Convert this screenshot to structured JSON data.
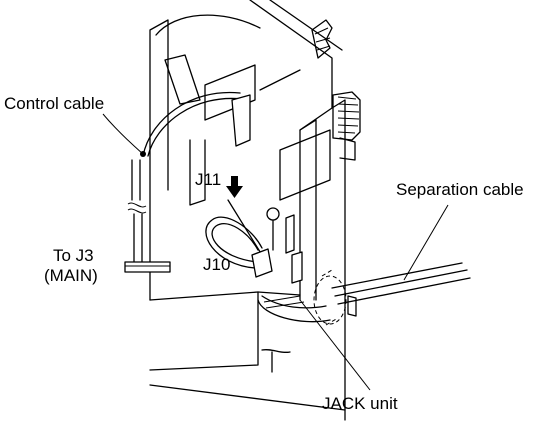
{
  "labels": {
    "control_cable": "Control cable",
    "separation_cable": "Separation cable",
    "to_j3": "To J3",
    "main": "(MAIN)",
    "j11": "J11",
    "j10": "J10",
    "jack_unit": "JACK unit"
  }
}
